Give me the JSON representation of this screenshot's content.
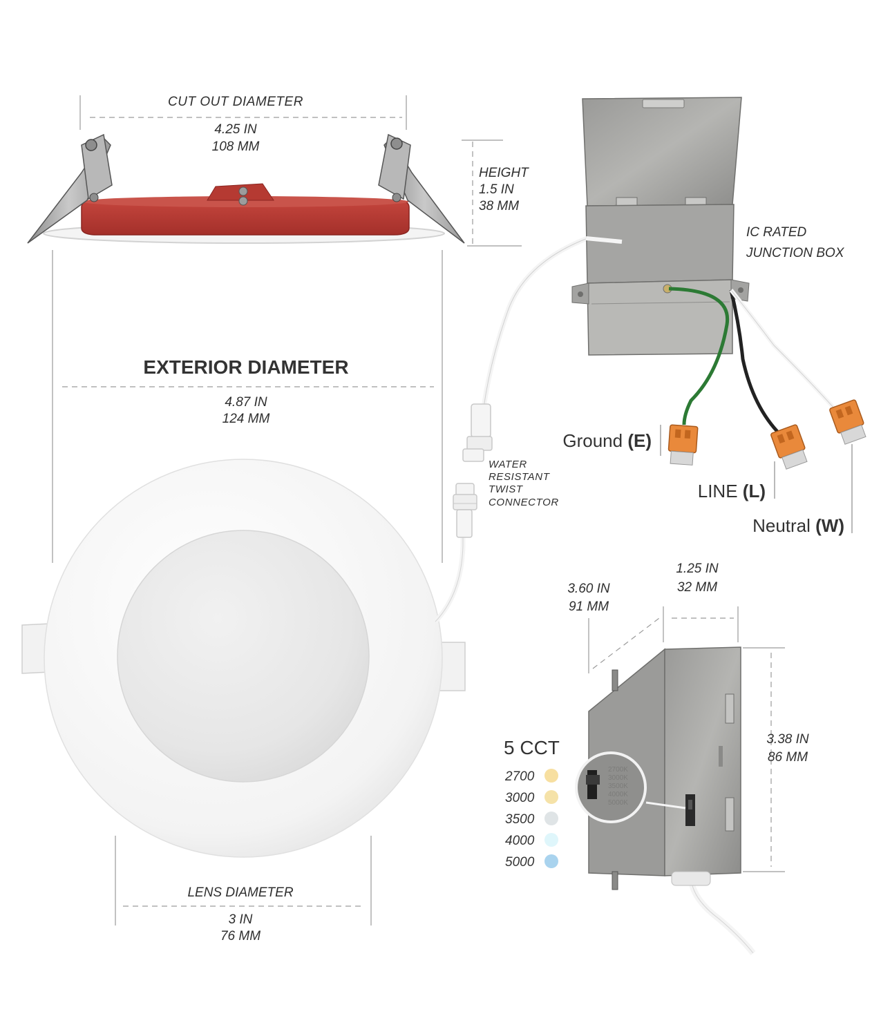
{
  "cutout": {
    "title": "CUT OUT DIAMETER",
    "in": "4.25 IN",
    "mm": "108 MM"
  },
  "height": {
    "title": "HEIGHT",
    "in": "1.5 IN",
    "mm": "38 MM"
  },
  "junction_box": {
    "line1": "IC RATED",
    "line2": "JUNCTION BOX"
  },
  "exterior": {
    "title": "EXTERIOR DIAMETER",
    "in": "4.87 IN",
    "mm": "124 MM"
  },
  "connector": {
    "lines": [
      "WATER",
      "RESISTANT",
      "TWIST",
      "CONNECTOR"
    ]
  },
  "wires": {
    "ground": {
      "name": "Ground",
      "code": "(E)"
    },
    "line": {
      "name": "LINE",
      "code": "(L)"
    },
    "neutral": {
      "name": "Neutral",
      "code": "(W)"
    }
  },
  "box_dims": {
    "depth": {
      "in": "3.60 IN",
      "mm": "91 MM"
    },
    "width": {
      "in": "1.25 IN",
      "mm": "32 MM"
    },
    "height": {
      "in": "3.38 IN",
      "mm": "86 MM"
    }
  },
  "cct": {
    "title": "5 CCT",
    "options": [
      {
        "value": "2700",
        "color": "#f7dfa0"
      },
      {
        "value": "3000",
        "color": "#f5e2a8"
      },
      {
        "value": "3500",
        "color": "#dfe4e6"
      },
      {
        "value": "4000",
        "color": "#dff6fb"
      },
      {
        "value": "5000",
        "color": "#a9d3ee"
      }
    ]
  },
  "switch_labels": [
    "2700K",
    "3000K",
    "3500K",
    "4000K",
    "5000K"
  ],
  "lens": {
    "title": "LENS DIAMETER",
    "in": "3 IN",
    "mm": "76 MM"
  }
}
